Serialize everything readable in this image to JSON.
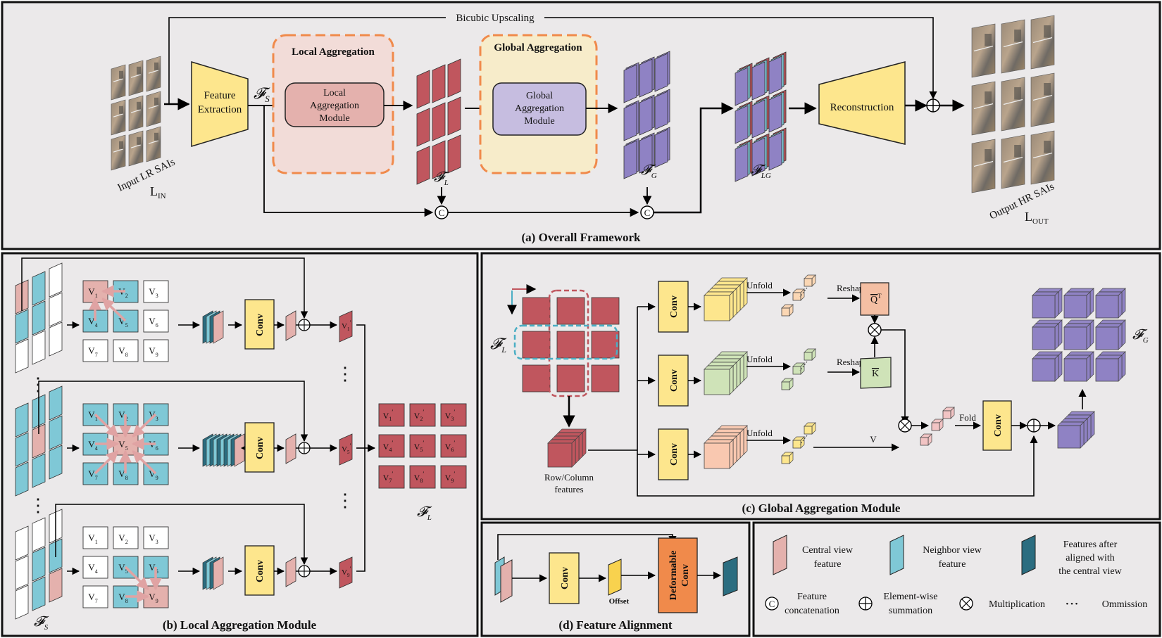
{
  "overall": {
    "title": "(a) Overall Framework",
    "bicubic": "Bicubic Upscaling",
    "input_label": "Input LR SAIs",
    "input_symbol": "L",
    "input_sub": "IN",
    "feature_extraction": [
      "Feature",
      "Extraction"
    ],
    "fs": "𝓕",
    "fs_sub": "S",
    "local_box_title": "Local Aggregation",
    "local_module": [
      "Local",
      "Aggregation",
      "Module"
    ],
    "global_box_title": "Global Aggregation",
    "global_module": [
      "Global",
      "Aggregation",
      "Module"
    ],
    "fl": "𝓕",
    "fl_sub": "L",
    "fg": "𝓕",
    "fg_sub": "G",
    "flg": "𝓕",
    "flg_sub": "LG",
    "reconstruction": "Reconstruction",
    "output_label": "Output HR SAIs",
    "output_symbol": "L",
    "output_sub": "OUT",
    "concat_symbol": "C"
  },
  "local": {
    "title": "(b) Local  Aggregation Module",
    "conv": "Conv",
    "grid_labels": [
      "V",
      "V",
      "V",
      "V",
      "V",
      "V",
      "V",
      "V",
      "V"
    ],
    "grid_subs": [
      "1",
      "2",
      "3",
      "4",
      "5",
      "6",
      "7",
      "8",
      "9"
    ],
    "outputs": [
      {
        "label": "V",
        "sub": "1",
        "prime": "′"
      },
      {
        "label": "V",
        "sub": "5",
        "prime": "′"
      },
      {
        "label": "V",
        "sub": "9",
        "prime": "′"
      }
    ],
    "fl": "𝓕",
    "fl_sub": "L",
    "fs": "𝓕",
    "fs_sub": "S",
    "dots": "⋮"
  },
  "global": {
    "title": "(c) Global Aggregation Module",
    "fl": "𝓕",
    "fl_sub": "L",
    "conv": "Conv",
    "unfold": "Unfold",
    "reshape": "Reshape",
    "q_label": "Q",
    "q_sup": "T",
    "k_label": "K",
    "v_label": "V",
    "fold": "Fold",
    "row_col": [
      "Row/Column",
      "features"
    ],
    "fg": "𝓕",
    "fg_sub": "G"
  },
  "align": {
    "title": "(d) Feature Alignment",
    "conv": "Conv",
    "offset": "Offset",
    "deform": [
      "Deformable",
      "Conv"
    ]
  },
  "legend": {
    "central": [
      "Central view",
      "feature"
    ],
    "neighbor": [
      "Neighbor view",
      "feature"
    ],
    "aligned": [
      "Features after",
      "aligned with",
      "the central view"
    ],
    "concat": [
      "Feature",
      "concatenation"
    ],
    "sum": [
      "Element-wise",
      "summation"
    ],
    "mult": "Multiplication",
    "omission": "Ommission",
    "dots": "• • •"
  },
  "colors": {
    "panel_bg": "#ebe9ea",
    "red": "#c0565e",
    "red_light": "#e4b1ad",
    "purple": "#8f82c4",
    "purple_light": "#c6bde0",
    "cyan": "#7fc8d6",
    "teal": "#2b6d80",
    "yellow": "#fde68d",
    "orange": "#f08a4b",
    "green": "#cfe3b8"
  }
}
